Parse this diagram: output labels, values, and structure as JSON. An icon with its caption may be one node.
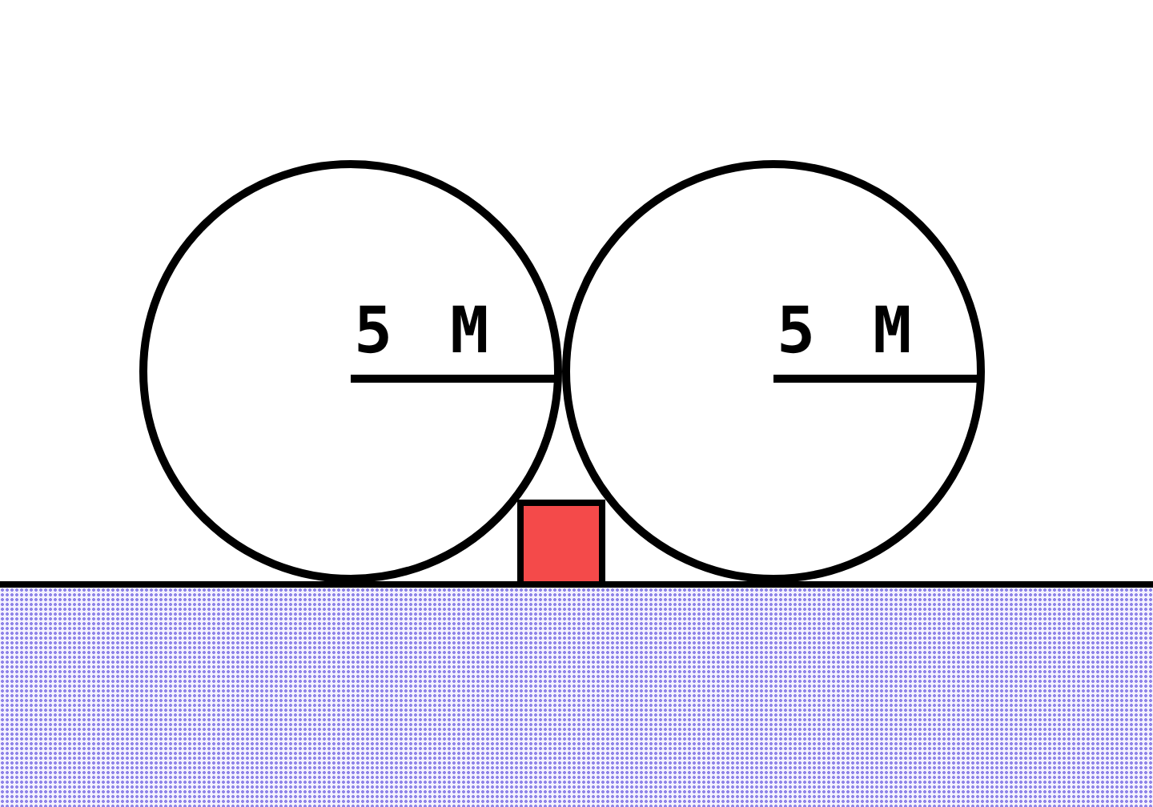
{
  "diagram": {
    "nodes": [
      {
        "text": [
          "5 M"
        ]
      },
      {
        "text": [
          "5 M"
        ]
      },
      {
        "text": [],
        "shape": "box"
      }
    ]
  }
}
